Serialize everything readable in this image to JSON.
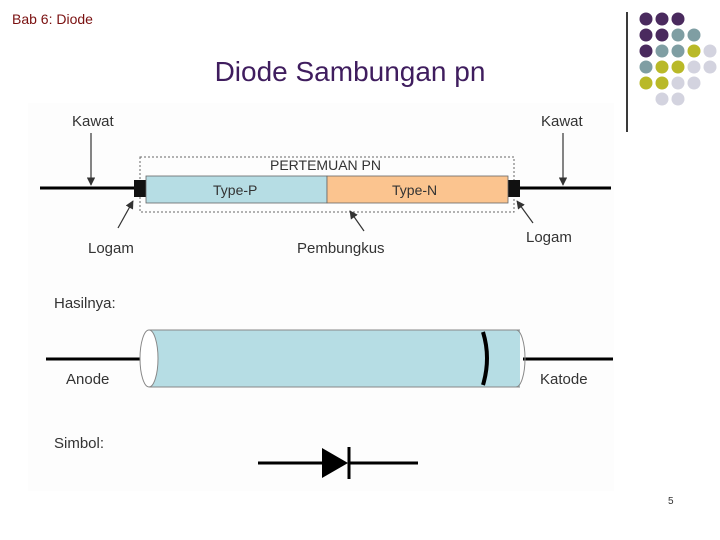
{
  "slide": {
    "header": "Bab 6: Diode",
    "title": "Diode Sambungan pn",
    "page_number": "5"
  },
  "diagram": {
    "label_kawat_left": "Kawat",
    "label_kawat_right": "Kawat",
    "label_junction": "PERTEMUAN PN",
    "label_type_p": "Type-P",
    "label_type_n": "Type-N",
    "label_logam_left": "Logam",
    "label_logam_right": "Logam",
    "label_pembungkus": "Pembungkus",
    "label_hasilnya": "Hasilnya:",
    "label_anode": "Anode",
    "label_katode": "Katode",
    "label_simbol": "Simbol:"
  },
  "colors": {
    "title": "#3f1d5e",
    "header": "#7a1010",
    "type_p_fill": "#b6dde4",
    "type_n_fill": "#fbc48f",
    "body_fill": "#b6dde4",
    "dot_purple": "#4a2a5e",
    "dot_teal": "#7f9ea3",
    "dot_olive": "#b9b928",
    "dot_light": "#d3d3df"
  },
  "decoration": {
    "dot_grid_colors": [
      [
        "dot_purple",
        "dot_purple",
        "dot_purple",
        null,
        null
      ],
      [
        "dot_purple",
        "dot_purple",
        "dot_teal",
        "dot_teal",
        null
      ],
      [
        "dot_purple",
        "dot_teal",
        "dot_teal",
        "dot_olive",
        "dot_light"
      ],
      [
        "dot_teal",
        "dot_olive",
        "dot_olive",
        "dot_light",
        "dot_light"
      ],
      [
        "dot_olive",
        "dot_olive",
        "dot_light",
        "dot_light",
        null
      ],
      [
        null,
        "dot_light",
        "dot_light",
        null,
        null
      ]
    ]
  }
}
